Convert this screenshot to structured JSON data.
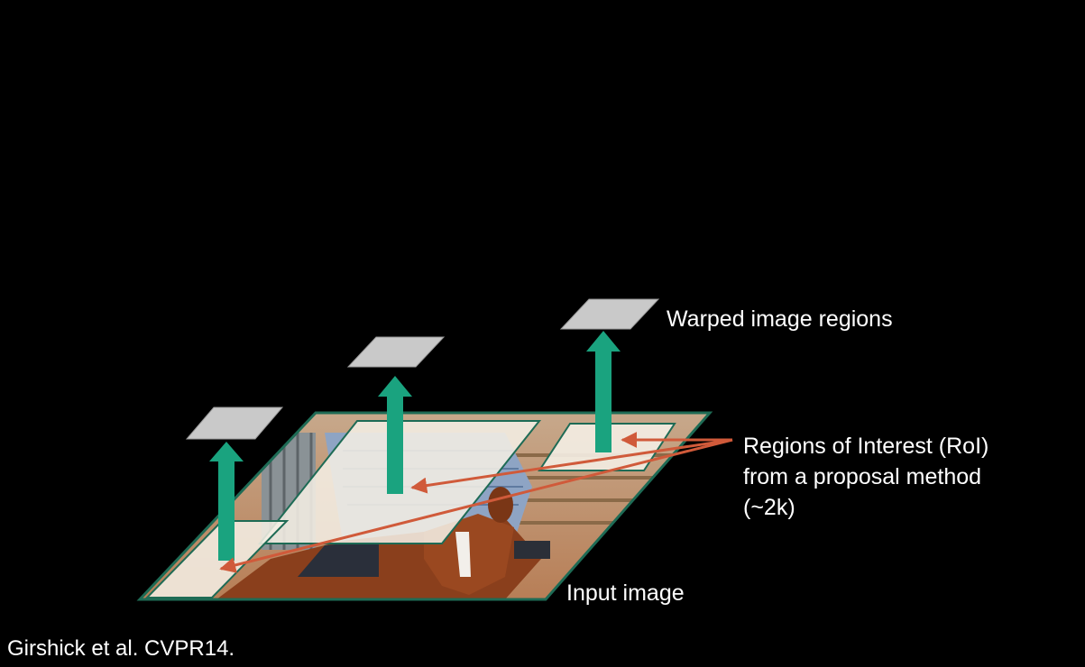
{
  "labels": {
    "warped": "Warped image regions",
    "roi_line1": "Regions of Interest (RoI)",
    "roi_line2": "from a proposal method",
    "roi_line3": "(~2k)",
    "input": "Input image",
    "citation": "Girshick et al. CVPR14."
  },
  "colors": {
    "background": "#000000",
    "frame_border": "#1e6b55",
    "arrow_up": "#1aa37f",
    "arrow_pointer": "#d05a3a",
    "warped_region": "#c9c9c9",
    "roi_fill": "#f4eee4"
  },
  "icons": {
    "input_image": "horse-and-rider-photo"
  }
}
